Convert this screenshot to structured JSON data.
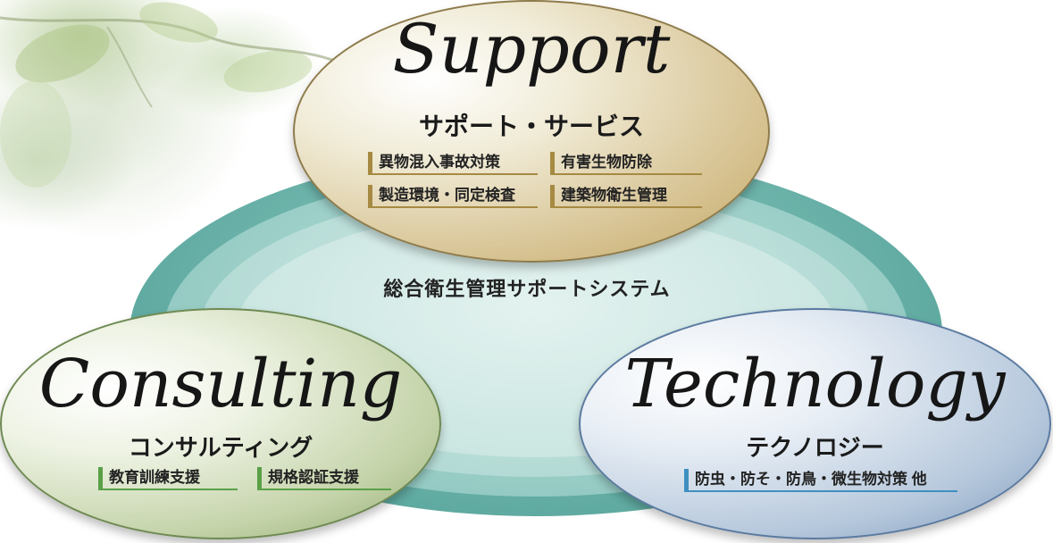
{
  "center": {
    "title": "総合衛生管理サポートシステム"
  },
  "support": {
    "title_en": "Support",
    "title_jp": "サポート・サービス",
    "tags": [
      "異物混入事故対策",
      "有害生物防除",
      "製造環境・同定検査",
      "建築物衛生管理"
    ]
  },
  "consulting": {
    "title_en": "Consulting",
    "title_jp": "コンサルティング",
    "tags": [
      "教育訓練支援",
      "規格認証支援"
    ]
  },
  "technology": {
    "title_en": "Technology",
    "title_jp": "テクノロジー",
    "tags": [
      "防虫・防そ・防鳥・微生物対策 他"
    ]
  },
  "colors": {
    "support_accent": "#a68a42",
    "consulting_accent": "#5aa047",
    "technology_accent": "#3f8fc0",
    "ring": "#5faaa1"
  }
}
